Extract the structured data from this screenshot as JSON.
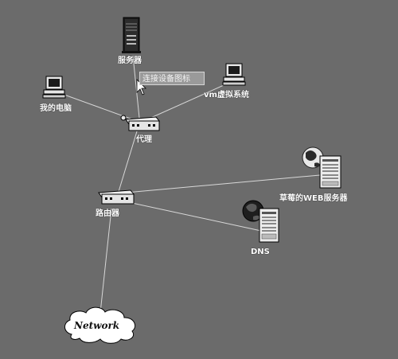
{
  "nodes": {
    "server": {
      "label": "服务器",
      "icon": "server-tower-icon"
    },
    "tooltip": {
      "text": "连接设备图标"
    },
    "my_computer": {
      "label": "我的电脑",
      "icon": "desktop-computer-icon"
    },
    "vm": {
      "label": "vm虚拟系统",
      "icon": "desktop-computer-icon"
    },
    "proxy": {
      "label": "代理",
      "icon": "network-device-icon"
    },
    "router": {
      "label": "路由器",
      "icon": "network-device-icon"
    },
    "web_server": {
      "label": "草莓的WEB服务器",
      "icon": "web-server-globe-icon"
    },
    "dns": {
      "label": "DNS",
      "icon": "dns-server-globe-icon"
    },
    "network": {
      "label": "Network",
      "icon": "cloud-icon"
    }
  },
  "colors": {
    "background": "#6b6b6b",
    "link": "#d8d8d8",
    "label": "#ffffff"
  }
}
